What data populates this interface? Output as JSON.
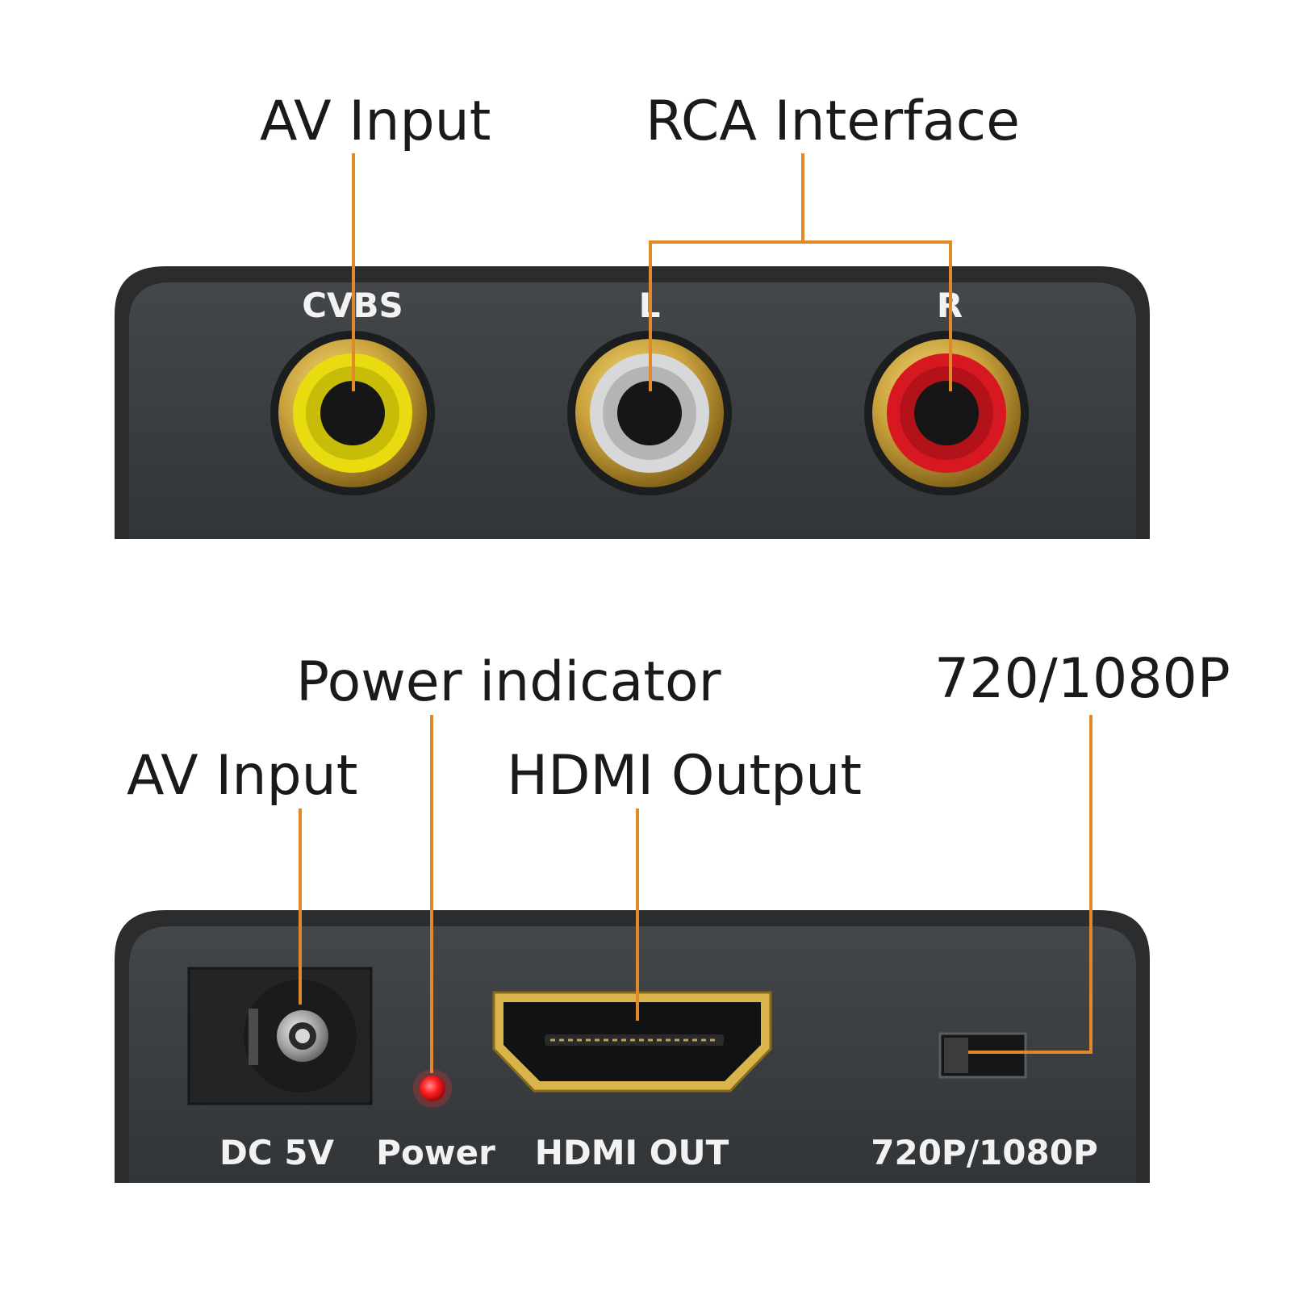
{
  "callouts": {
    "av_input_top": "AV Input",
    "rca_interface": "RCA Interface",
    "power_indicator": "Power indicator",
    "resolution_top": "720/1080P",
    "av_input_bottom": "AV Input",
    "hdmi_output": "HDMI Output"
  },
  "top_panel": {
    "cvbs": "CVBS",
    "left": "L",
    "right": "R"
  },
  "bottom_panel": {
    "dc": "DC 5V",
    "power": "Power",
    "hdmi_out": "HDMI OUT",
    "resolution": "720P/1080P"
  },
  "colors": {
    "leader": "#e0892a",
    "panel": "#3a3d40",
    "gold": "#c9a23c",
    "rca_yellow": "#e8dc10",
    "rca_white": "#d0d2d4",
    "rca_red": "#d81820",
    "led_red": "#ff2020"
  }
}
